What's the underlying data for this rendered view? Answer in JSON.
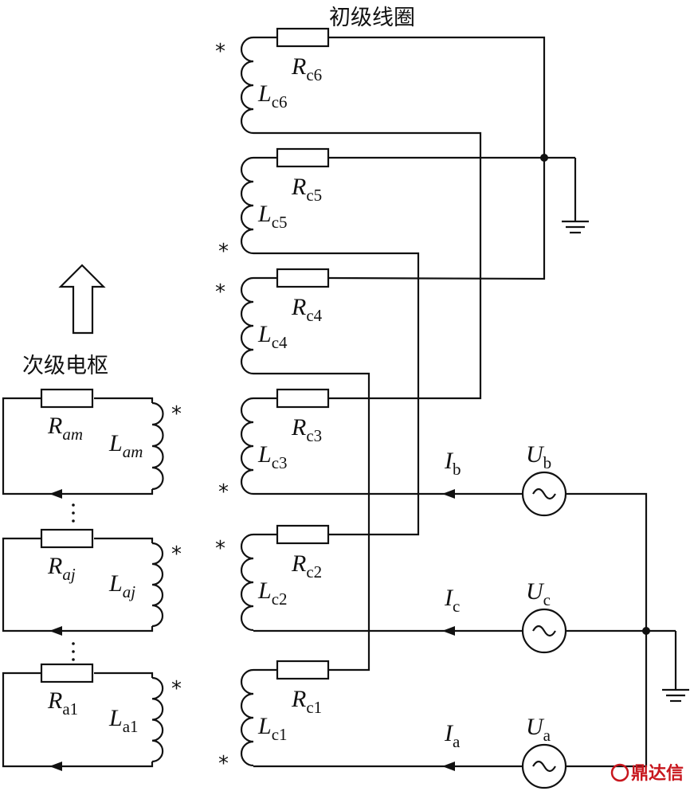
{
  "titles": {
    "primary": "初级线圈",
    "secondary": "次级电枢"
  },
  "mark": "*",
  "primary_coils": [
    {
      "R": "R",
      "R_sub": "c6",
      "L": "L",
      "L_sub": "c6"
    },
    {
      "R": "R",
      "R_sub": "c5",
      "L": "L",
      "L_sub": "c5"
    },
    {
      "R": "R",
      "R_sub": "c4",
      "L": "L",
      "L_sub": "c4"
    },
    {
      "R": "R",
      "R_sub": "c3",
      "L": "L",
      "L_sub": "c3"
    },
    {
      "R": "R",
      "R_sub": "c2",
      "L": "L",
      "L_sub": "c2"
    },
    {
      "R": "R",
      "R_sub": "c1",
      "L": "L",
      "L_sub": "c1"
    }
  ],
  "secondary_coils": [
    {
      "R": "R",
      "R_sub": "am",
      "L": "L",
      "L_sub": "am"
    },
    {
      "R": "R",
      "R_sub": "aj",
      "L": "L",
      "L_sub": "aj"
    },
    {
      "R": "R",
      "R_sub": "a1",
      "L": "L",
      "L_sub": "a1"
    }
  ],
  "sources": [
    {
      "U": "U",
      "U_sub": "b",
      "I": "I",
      "I_sub": "b"
    },
    {
      "U": "U",
      "U_sub": "c",
      "I": "I",
      "I_sub": "c"
    },
    {
      "U": "U",
      "U_sub": "a",
      "I": "I",
      "I_sub": "a"
    }
  ],
  "watermark": "鼎达信",
  "watermark_icon": "logo-icon",
  "colors": {
    "line": "#111111",
    "watermark": "#c8161d"
  }
}
